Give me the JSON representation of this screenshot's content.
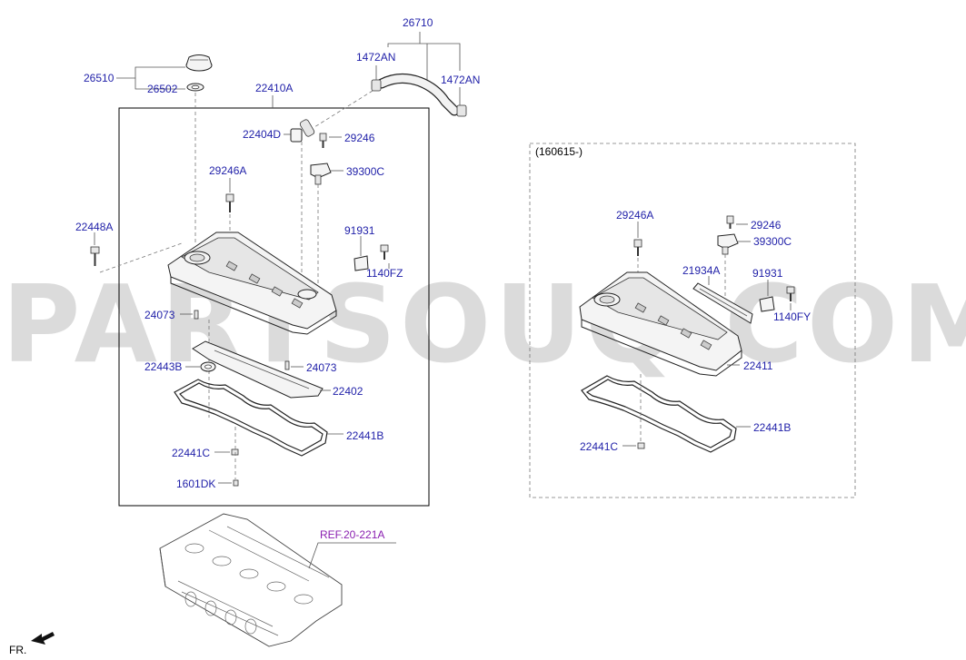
{
  "watermark": "PARTSOUQ.COM",
  "labels": {
    "p26710": "26710",
    "p1472AN_left": "1472AN",
    "p1472AN_right": "1472AN",
    "p26510": "26510",
    "p26502": "26502",
    "p22410A": "22410A",
    "p22404D": "22404D",
    "p29246_left": "29246",
    "p39300C_left": "39300C",
    "p29246A_left": "29246A",
    "p22448A": "22448A",
    "p91931_left": "91931",
    "p1140FZ": "1140FZ",
    "p24073_a": "24073",
    "p24073_b": "24073",
    "p22443B": "22443B",
    "p22402": "22402",
    "p22441B_left": "22441B",
    "p22441C_left": "22441C",
    "p1601DK": "1601DK",
    "period": "(160615-)",
    "p29246A_right": "29246A",
    "p29246_right": "29246",
    "p39300C_right": "39300C",
    "p21934A": "21934A",
    "p91931_right": "91931",
    "p1140FY": "1140FY",
    "p22411": "22411",
    "p22441B_right": "22441B",
    "p22441C_right": "22441C",
    "ref": "REF.20-221A",
    "front": "FR."
  },
  "colors": {
    "label": "#1f1fa8",
    "ref": "#8a1fb0",
    "watermark": "#bdbdbd"
  }
}
